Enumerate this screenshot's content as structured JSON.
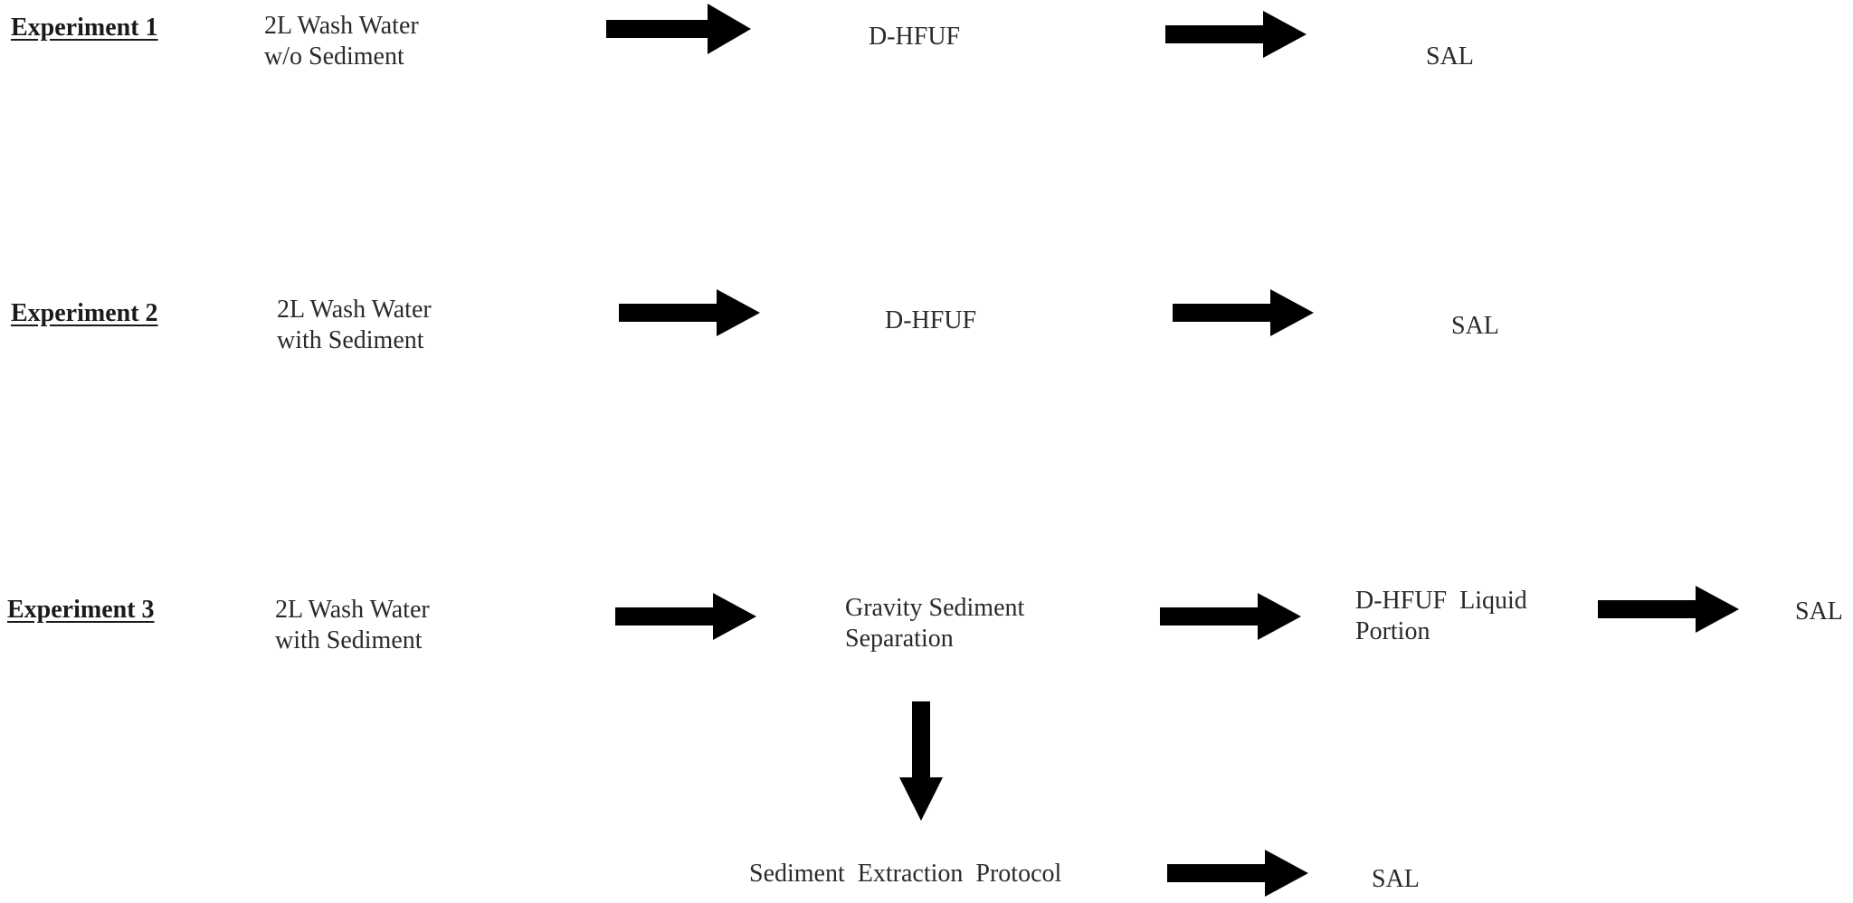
{
  "experiments": [
    {
      "title": "Experiment 1",
      "input_line1": "2L Wash Water",
      "input_line2": "w/o Sediment",
      "step": "D-HFUF",
      "result": "SAL"
    },
    {
      "title": "Experiment 2",
      "input_line1": "2L Wash Water",
      "input_line2": "with Sediment",
      "step": "D-HFUF",
      "result": "SAL"
    },
    {
      "title": "Experiment 3",
      "input_line1": "2L Wash Water",
      "input_line2": "with Sediment",
      "step_line1": "Gravity Sediment",
      "step_line2": "Separation",
      "step2_line1": "D-HFUF  Liquid",
      "step2_line2": "Portion",
      "result": "SAL",
      "branch_step": "Sediment  Extraction  Protocol",
      "branch_result": "SAL"
    }
  ],
  "colors": {
    "arrow": "#000000",
    "text": "#2a2a2a"
  }
}
